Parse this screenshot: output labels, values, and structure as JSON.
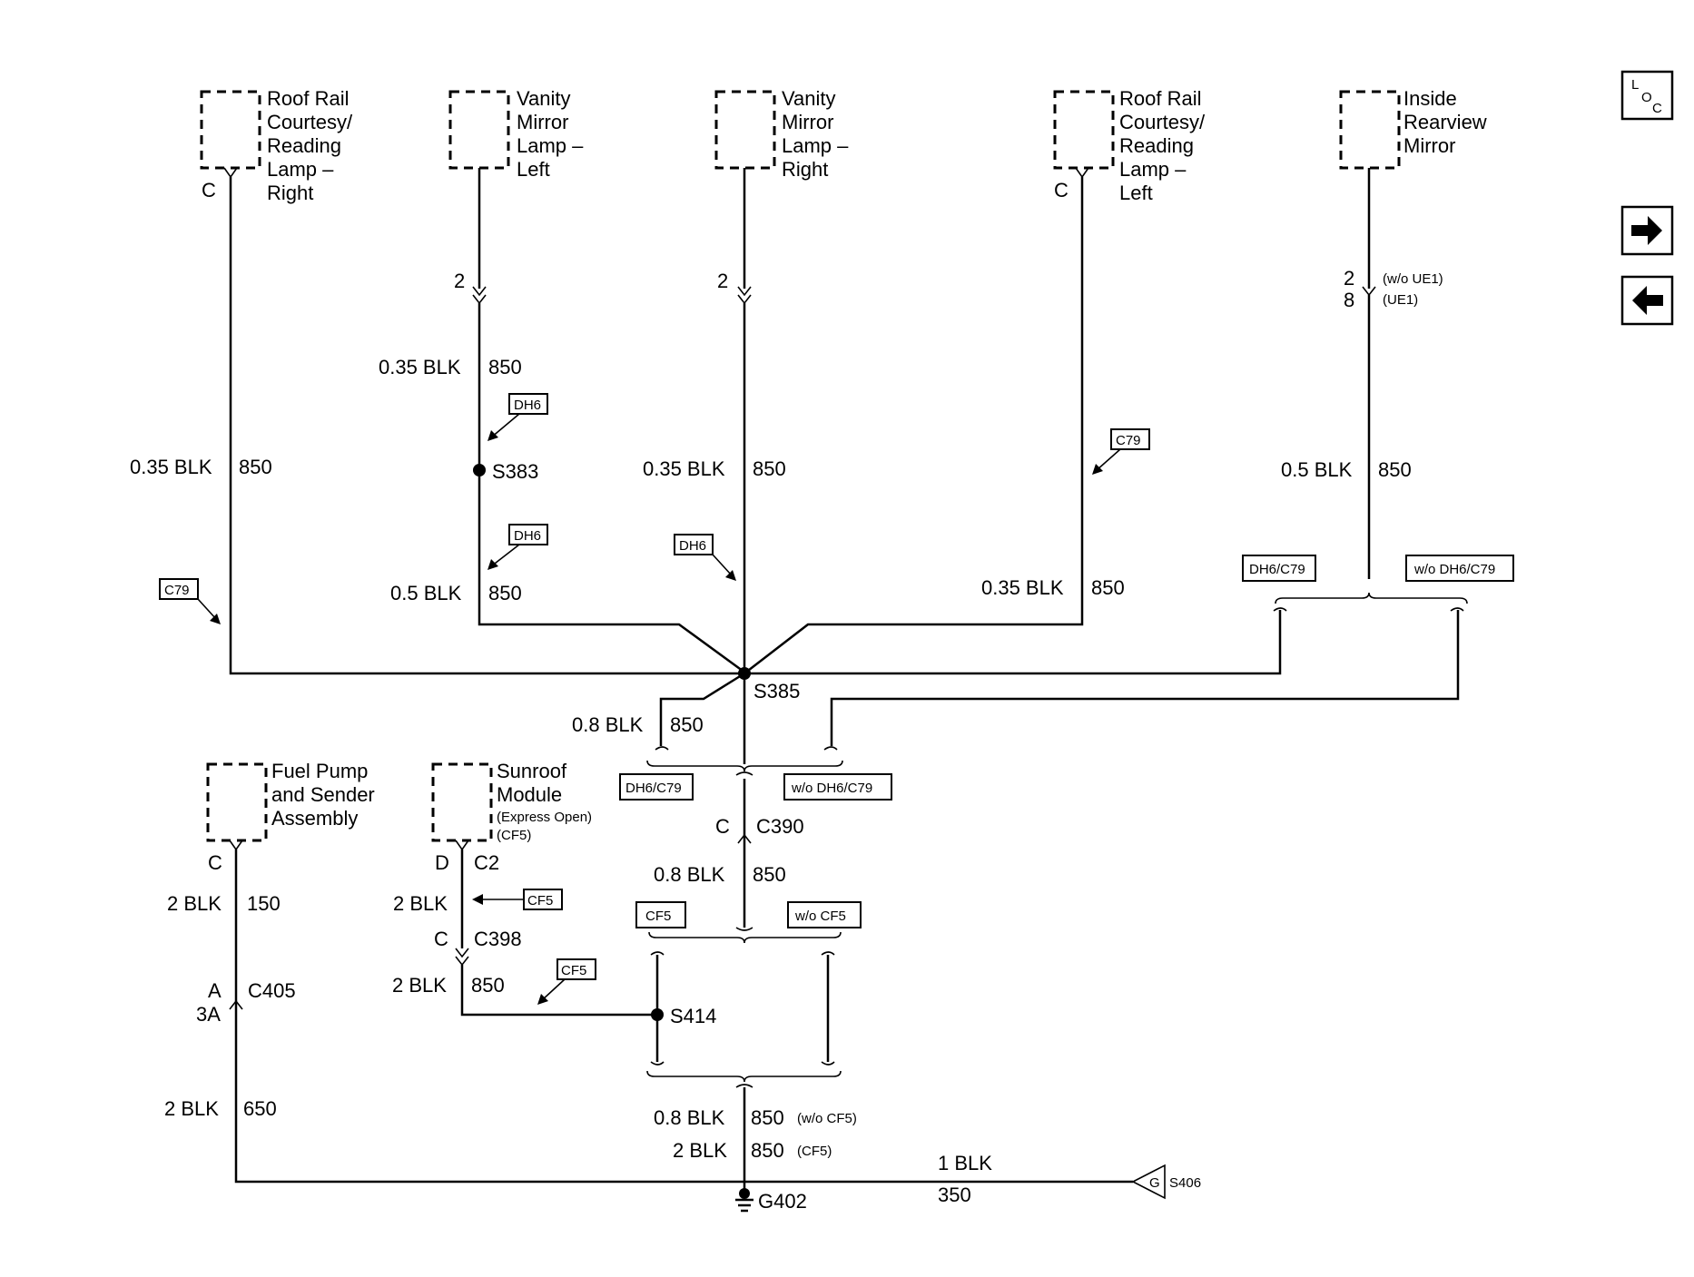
{
  "components": {
    "roof_rail_right": [
      "Roof Rail",
      "Courtesy/",
      "Reading",
      "Lamp –",
      "Right"
    ],
    "vanity_left": [
      "Vanity",
      "Mirror",
      "Lamp –",
      "Left"
    ],
    "vanity_right": [
      "Vanity",
      "Mirror",
      "Lamp –",
      "Right"
    ],
    "roof_rail_left": [
      "Roof Rail",
      "Courtesy/",
      "Reading",
      "Lamp –",
      "Left"
    ],
    "inside_mirror": [
      "Inside",
      "Rearview",
      "Mirror"
    ],
    "fuel_pump": [
      "Fuel Pump",
      "and Sender",
      "Assembly"
    ],
    "sunroof": [
      "Sunroof",
      "Module"
    ],
    "sunroof_sub": [
      "(Express Open)",
      "(CF5)"
    ]
  },
  "pins": {
    "c": "C",
    "two": "2",
    "eight": "8",
    "d": "D",
    "a": "A",
    "three_a": "3A",
    "wo_ue1": "(w/o UE1)",
    "ue1": "(UE1)"
  },
  "connectors": {
    "c390": "C390",
    "c2": "C2",
    "c398": "C398",
    "c405": "C405"
  },
  "splices": {
    "s383": "S383",
    "s385": "S385",
    "s414": "S414"
  },
  "grounds": {
    "g402": "G402",
    "g": "G",
    "s406": "S406"
  },
  "wires": {
    "blk_035": "0.35 BLK",
    "blk_05": "0.5 BLK",
    "blk_08": "0.8 BLK",
    "blk_2": "2 BLK",
    "blk_1": "1 BLK",
    "c850": "850",
    "c150": "150",
    "c650": "650",
    "c350": "350",
    "wo_cf5_note": "(w/o CF5)",
    "cf5_note": "(CF5)"
  },
  "options": {
    "dh6": "DH6",
    "c79": "C79",
    "dh6_c79": "DH6/C79",
    "wo_dh6_c79": "w/o DH6/C79",
    "cf5": "CF5",
    "wo_cf5": "w/o CF5"
  },
  "nav": {
    "loc_l": "L",
    "loc_o": "O",
    "loc_c": "C"
  }
}
